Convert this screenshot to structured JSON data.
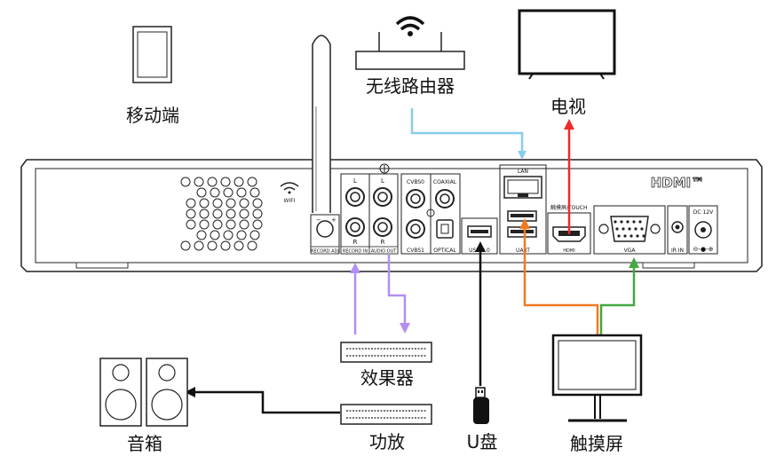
{
  "labels": {
    "mobile": "移动端",
    "router": "无线路由器",
    "tv": "电视",
    "effects": "效果器",
    "amplifier": "功放",
    "speaker": "音箱",
    "usb_drive": "U盘",
    "touchscreen": "触摸屏"
  },
  "panel": {
    "wifi": "WIFI",
    "hdmi_logo": "HDMI™",
    "l": "L",
    "r": "R",
    "record_adj": "RECORD ADJ",
    "record_in": "RECORD IN",
    "audio_out": "AUDIO OUT",
    "cvbs0": "CVBS0",
    "coaxial": "COAXIAL",
    "cvbs1": "CVBS1",
    "optical": "OPTICAL",
    "usb": "USB 2.0",
    "lan": "LAN",
    "uart": "UART",
    "touch": "触摸屏/TOUCH",
    "hdmi_port": "HDMI",
    "vga": "VGA",
    "ir_in": "IR IN",
    "dc": "DC 12V"
  },
  "colors": {
    "lan_cable": "#87cdee",
    "hdmi_cable": "#ef2a2a",
    "audio_cable": "#b28ff0",
    "usb_cable": "#111111",
    "touch_cable": "#ee7a22",
    "vga_cable": "#43a840"
  }
}
